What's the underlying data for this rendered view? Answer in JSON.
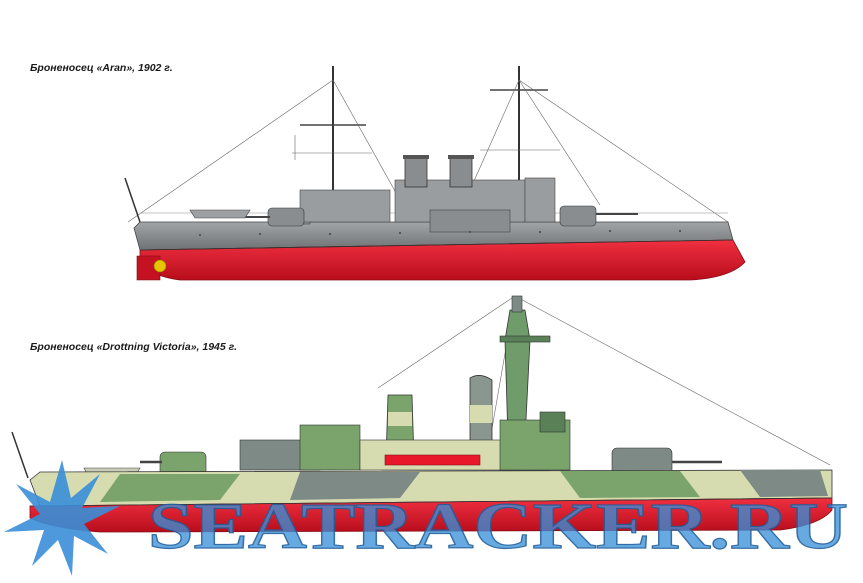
{
  "captions": {
    "ship1": "Броненосец «Aran», 1902 г.",
    "ship2": "Броненосец «Drottning Victoria», 1945 г."
  },
  "watermark": {
    "text": "SEATRACKER.RU",
    "color": "#3a8fd8"
  },
  "colors": {
    "hull_grey": "#8a8d8f",
    "hull_red": "#e8172a",
    "camo_green": "#7aa46c",
    "camo_light": "#d6dcb0",
    "camo_grey": "#7d8a86"
  }
}
